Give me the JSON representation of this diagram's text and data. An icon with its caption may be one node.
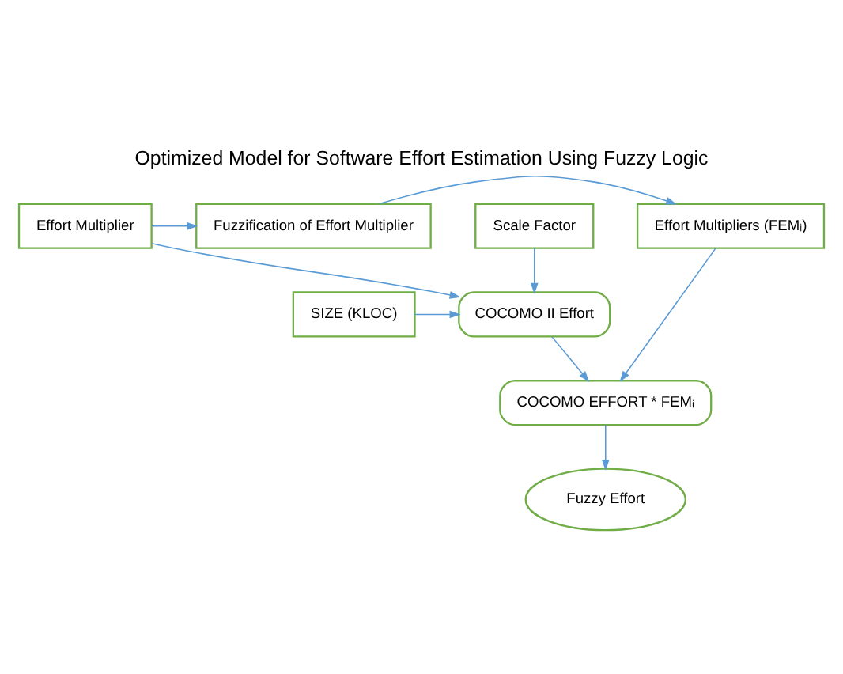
{
  "diagram": {
    "title": "Optimized Model for Software Effort Estimation Using Fuzzy Logic",
    "nodes": [
      {
        "text": [
          "Effort Multiplier"
        ]
      },
      {
        "text": [
          "Fuzzification of Effort Multiplier"
        ]
      },
      {
        "text": [
          "Effort Multipliers (FEMᵢ)"
        ]
      },
      {
        "text": [
          "SIZE (KLOC)"
        ]
      },
      {
        "text": [
          "Scale Factor"
        ]
      },
      {
        "text": [
          "COCOMO II Effort"
        ]
      },
      {
        "text": [
          "COCOMO EFFORT * FEMᵢ"
        ]
      },
      {
        "text": [
          "Fuzzy Effort"
        ]
      }
    ],
    "edges": [
      {
        "from": 0,
        "to": 1,
        "arrow": "to"
      },
      {
        "from": 1,
        "to": 2,
        "arrow": "to"
      },
      {
        "from": 0,
        "to": 5,
        "arrow": "to"
      },
      {
        "from": 3,
        "to": 5,
        "arrow": "to"
      },
      {
        "from": 4,
        "to": 5,
        "arrow": "to"
      },
      {
        "from": 5,
        "to": 6,
        "arrow": "to"
      },
      {
        "from": 2,
        "to": 6,
        "arrow": "to"
      },
      {
        "from": 6,
        "to": 7,
        "arrow": "to"
      }
    ]
  }
}
